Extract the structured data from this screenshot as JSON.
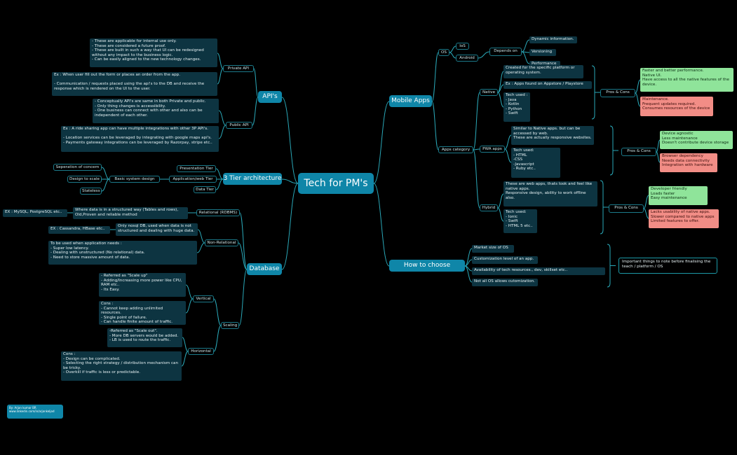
{
  "colors": {
    "background": "#000000",
    "node": "#0f86a8",
    "box": "#0d3441",
    "line": "#2aa8b8",
    "pro": "#8fe49a",
    "con": "#f28d86"
  },
  "root": "Tech for PM's",
  "apis": {
    "title": "API's",
    "private": "Private API",
    "private_desc": "- These are applicable for internal use only.\n- These are considered a future proof.\n- These are built in such a way that UI can be redesigned without any impact to the business logic.\n- Can be easily aligned to the new technology changes.",
    "private_ex": "Ex : When user fill out the form or places an order from the app.\n\n- Communication / requests placed using the api's to the DB and receive the response which is rendered on the UI to the user.",
    "public": "Public API",
    "public_desc": "- Conceptually API's are same in both Private and public.\n- Only thing changes is accessibility.\n- One business can connect with other and also can be independent of each other.",
    "public_ex": "Ex : A ride sharing app can have multiple integrations with other 3P API's.\n\n- Location services can be leveraged by integrating with google maps api's.\n- Payments gateway integrations can be leveraged by Razorpay, stripe etc.."
  },
  "tier": {
    "title": "3 Tier architecture",
    "presentation": "Presentation Tier",
    "application": "Application/web Tier",
    "data": "Data Tier",
    "basic": "Basic system design",
    "separation": "Seperation of concern",
    "scale": "Design to scale",
    "stateless": "Stateless"
  },
  "database": {
    "title": "Database",
    "relational": "Relational (RDBMS)",
    "relational_desc": "Where data is in a structured way (Tables and rows), Old,Proven and reliable method",
    "relational_ex": "EX : MySQL, PostgreSQL etc..",
    "nonrel": "Non-Relational",
    "nonrel_desc": "Only nosql DB, used when data is not structured and dealing with huge data.",
    "nonrel_ex": "EX : Cassandra, HBase etc..",
    "nonrel_use": "To be used when application needs :\n- Super low latency.\n- Dealing with unstructured (No relational) data.\n- Need to store massive amount of data.",
    "scaling": "Scaling",
    "vertical": "Vertical",
    "vertical_desc": "- Referred as \"Scale up\"\n- Adding/Increasing more power like CPU, RAM etc..\n- Its Easy.",
    "vertical_cons": "Cons :\n- Cannot keep adding unlimited resources.\n- Single point of failure.\n- Can handle finite amount of traffic.",
    "horizontal": "Horizontal",
    "horizontal_desc": "-Referred as \"Scale out\".\n- More DB servers would be added.\n- LB is used to route the traffic.",
    "horizontal_cons": "Cons :\n- Design can be complicated.\n- Selecting the right strategy / distribution mechanism can be tricky.\n- Overkill if traffic is less or predictable."
  },
  "mobile": {
    "title": "Mobile Apps",
    "os": "OS",
    "ios": "IoS",
    "android": "Android",
    "depends": "Depends on",
    "dynamic": "Dynamic information.",
    "versioning": "Versioning",
    "performance": "Performance",
    "category": "Apps category",
    "native": "Native",
    "native_desc": "Created for the specific platform or operating system.",
    "native_ex": "Ex : Apps found on Appstore / Playstore",
    "native_tech": "Tech used :\n- Java\n- Kotlin\n- Python\n- Swift",
    "native_pros": "Faster and better performance.\nNative UI.\nHave access to all the native features of the device.",
    "native_cons": "Maintenance.\nFrequent updates required.\nConsumes resources of the device",
    "pwa": "PWA apps",
    "pwa_desc": "Similar to Native apps. but can be accessed by web.\nThese are actually responsive websites.",
    "pwa_tech": "Tech used:\n- HTML\n-CSS\n-Javascript\n- Ruby etc..",
    "pwa_pros": "Device agnostic\nLess maintenance\nDoesn't contribute device storage",
    "pwa_cons": "Browser dependency\nNeeds data connectivity\nIntegration with hardware",
    "hybrid": "Hybrid",
    "hybrid_desc": "These are web apps, thats look and feel like native apps.\nResponsive design, ability to work offline also.",
    "hybrid_tech": "Tech used:\n- Ionic\n- Swift\n- HTML 5 etc..",
    "hybrid_pros": "Developer friendly\nLoads faster\nEasy maintenance",
    "hybrid_cons": "Lacks usability of native apps.\nSlower compared to native apps\nLimited features to offer.",
    "pros_cons": "Pros & Cons"
  },
  "platforms": {
    "title": "How to choose platforms",
    "market": "Market size of OS",
    "custom": "Customization level of an app.",
    "availability": "Availability of tech resources., dev, skillset etc..",
    "notall": "Not all OS allows cutomization.",
    "note": "Important things to note before finalising the teach / platform / OS"
  },
  "credit": "By: Arjan kumar BR\nwww.linkedin.com/in/arjankeljod"
}
